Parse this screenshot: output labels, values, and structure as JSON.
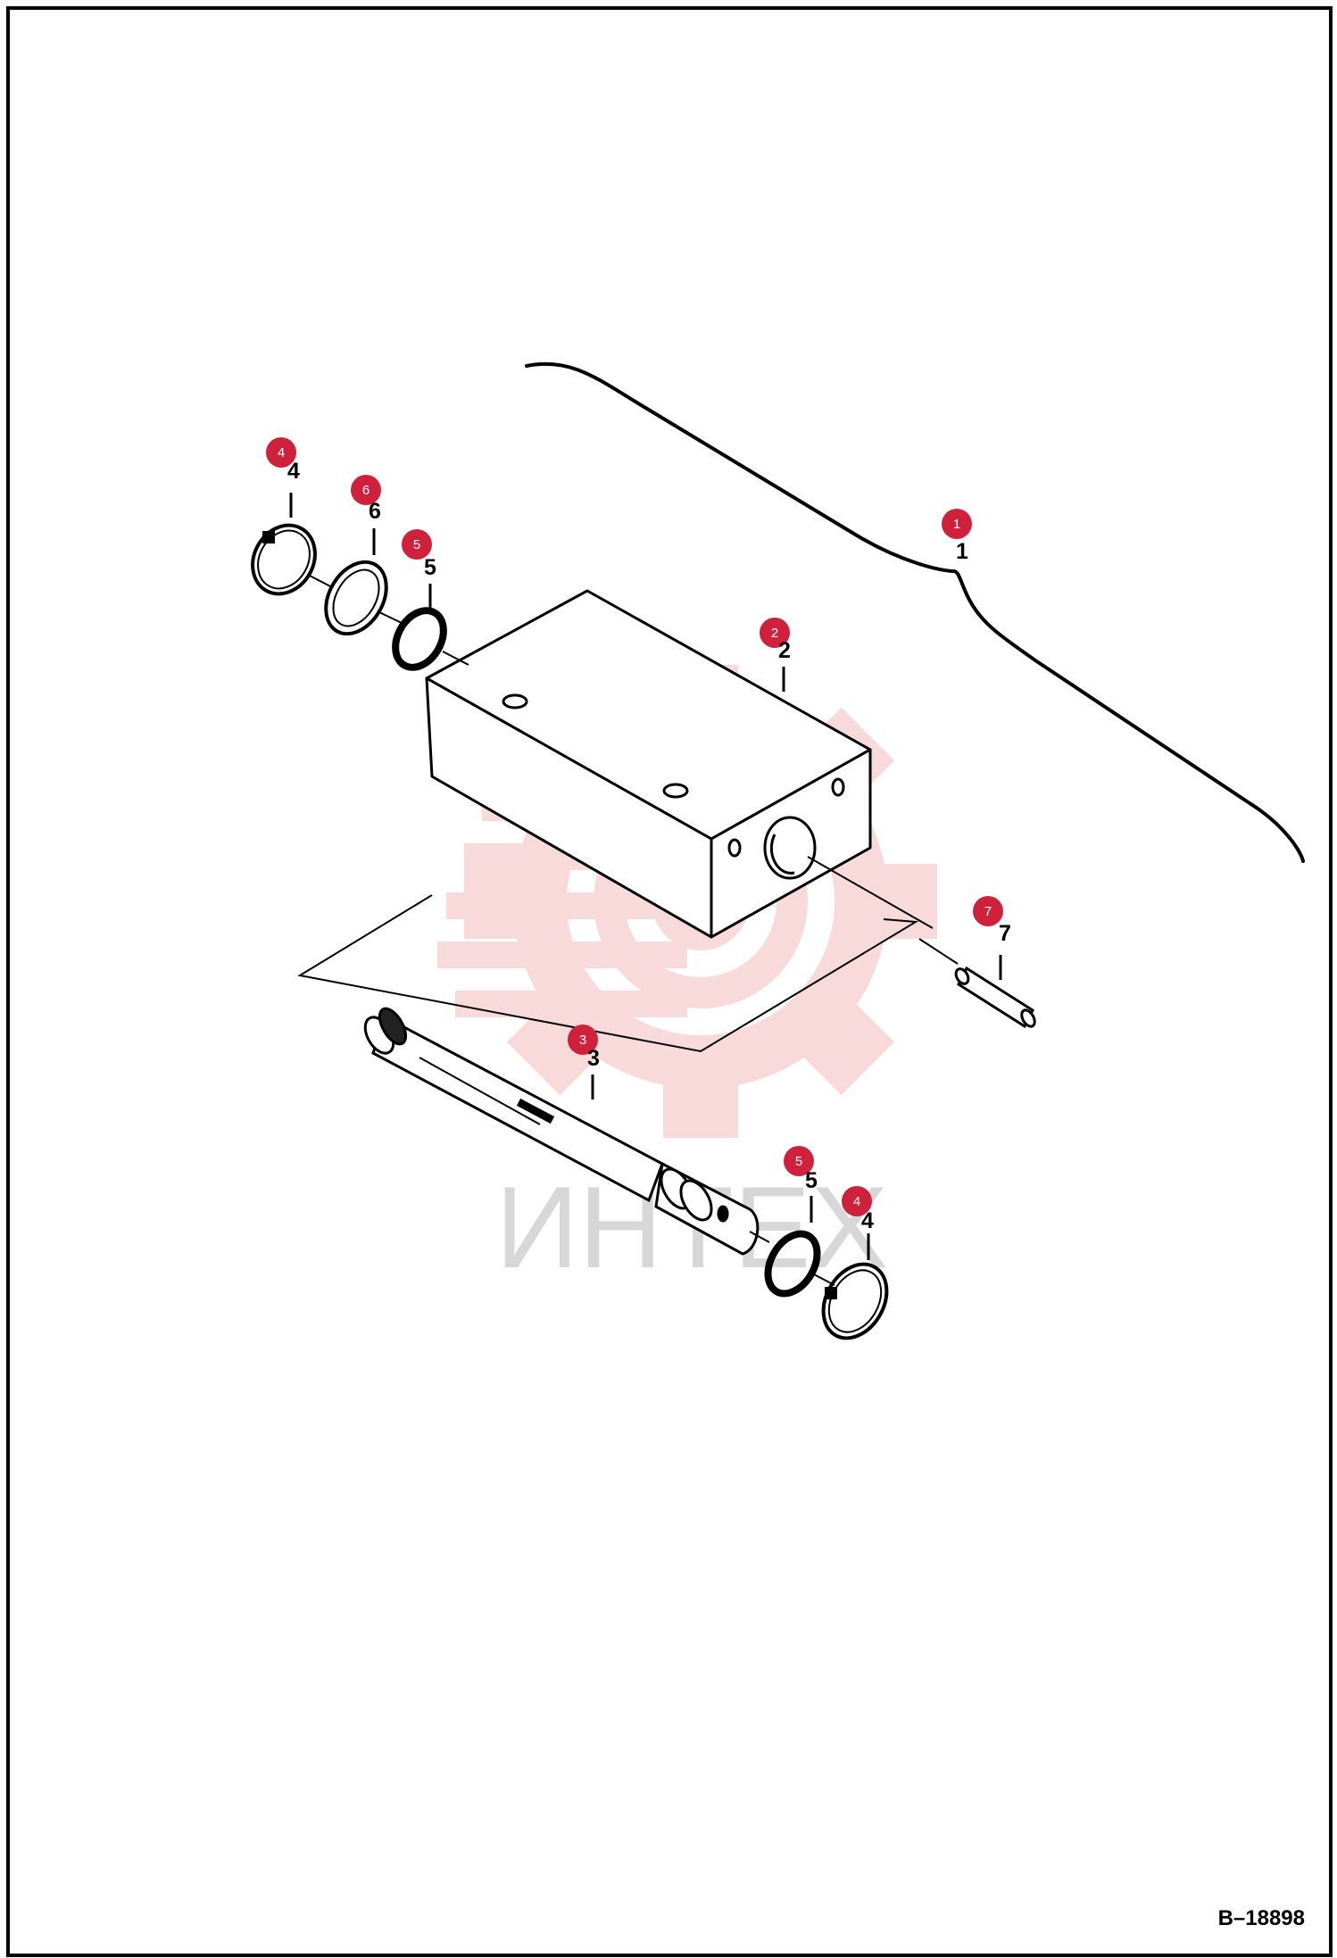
{
  "watermark": {
    "text": "ИНТЕХ",
    "color": "#d7d7d7",
    "gear_color": "#f8d9d9"
  },
  "badge_color": "#d0213c",
  "callouts": [
    {
      "id": "c1",
      "badge": "1",
      "label": "1"
    },
    {
      "id": "c2",
      "badge": "2",
      "label": "2"
    },
    {
      "id": "c3",
      "badge": "3",
      "label": "3"
    },
    {
      "id": "c4a",
      "badge": "4",
      "label": "4"
    },
    {
      "id": "c4b",
      "badge": "4",
      "label": "4"
    },
    {
      "id": "c5a",
      "badge": "5",
      "label": "5"
    },
    {
      "id": "c5b",
      "badge": "5",
      "label": "5"
    },
    {
      "id": "c6",
      "badge": "6",
      "label": "6"
    },
    {
      "id": "c7",
      "badge": "7",
      "label": "7"
    }
  ],
  "drawing_number": "B–18898"
}
